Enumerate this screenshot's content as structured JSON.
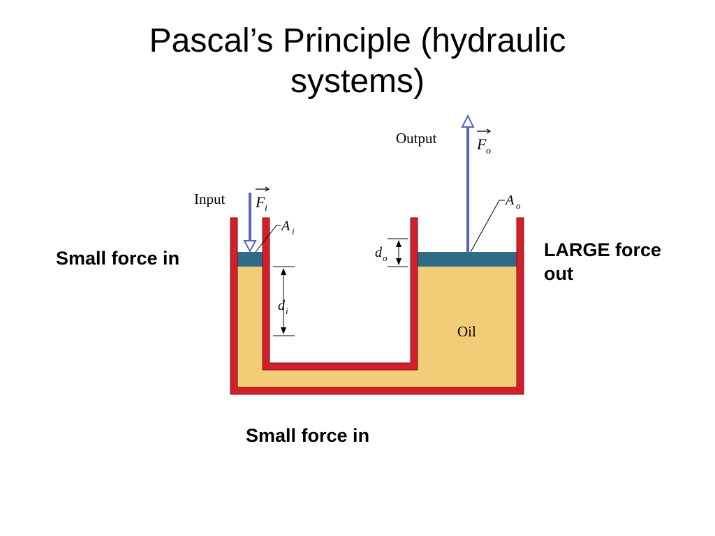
{
  "slide": {
    "title": "Pascal’s Principle (hydraulic systems)",
    "left_label": "Small force in",
    "right_label": "LARGE force out",
    "bottom_label": "Small force in"
  },
  "diagram": {
    "input_label": "Input",
    "output_label": "Output",
    "input_force_symbol": "F",
    "input_force_subscript": "i",
    "output_force_symbol": "F",
    "output_force_subscript": "o",
    "input_area_symbol": "A",
    "input_area_subscript": "i",
    "output_area_symbol": "A",
    "output_area_subscript": "o",
    "input_displacement_symbol": "d",
    "input_displacement_subscript": "i",
    "output_displacement_symbol": "d",
    "output_displacement_subscript": "o",
    "fluid_label": "Oil"
  },
  "colors": {
    "container_wall": "#d21f2a",
    "wall_outline": "#7a1015",
    "oil": "#f3cc78",
    "piston": "#2e6b86",
    "force_arrow": "#5a64c0",
    "annotation": "#000000"
  }
}
